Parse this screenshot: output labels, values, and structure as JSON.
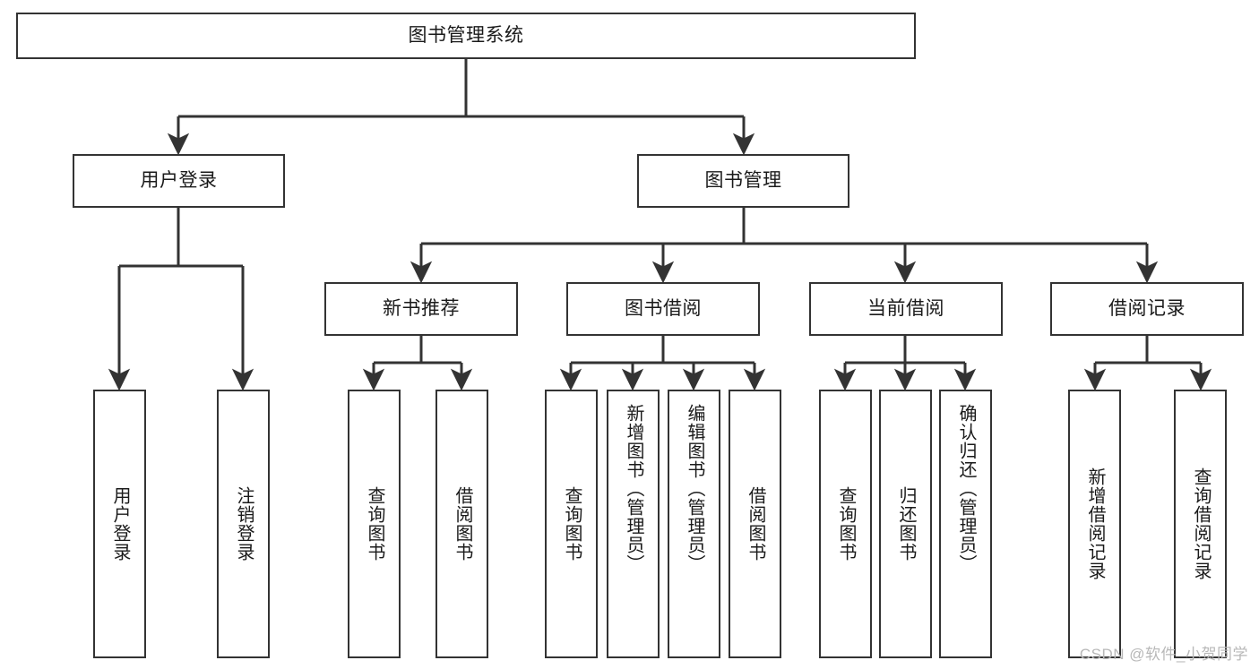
{
  "diagram": {
    "title": "图书管理系统",
    "type": "tree",
    "watermark": "CSDN @软件_小贺同学",
    "colors": {
      "box_border": "#333333",
      "box_fill": "#ffffff",
      "edge": "#333333",
      "text": "#1a1a1a",
      "watermark": "#b8b8b8",
      "background": "#ffffff"
    },
    "nodes": {
      "root": {
        "label": "图书管理系统"
      },
      "level2": [
        {
          "id": "user-login",
          "label": "用户登录"
        },
        {
          "id": "book-manage",
          "label": "图书管理"
        }
      ],
      "level3": [
        {
          "id": "new-book-recommend",
          "label": "新书推荐"
        },
        {
          "id": "book-borrow",
          "label": "图书借阅"
        },
        {
          "id": "current-borrow",
          "label": "当前借阅"
        },
        {
          "id": "borrow-record",
          "label": "借阅记录"
        }
      ],
      "leaves": {
        "user_login": [
          {
            "id": "leaf-user-login",
            "label": "用户登录"
          },
          {
            "id": "leaf-logout",
            "label": "注销登录"
          }
        ],
        "new_book_recommend": [
          {
            "id": "leaf-query-book-1",
            "label": "查询图书"
          },
          {
            "id": "leaf-borrow-book-1",
            "label": "借阅图书"
          }
        ],
        "book_borrow": [
          {
            "id": "leaf-query-book-2",
            "label": "查询图书"
          },
          {
            "id": "leaf-add-book",
            "label": "新增图书（管理员）"
          },
          {
            "id": "leaf-edit-book",
            "label": "编辑图书（管理员）"
          },
          {
            "id": "leaf-borrow-book-2",
            "label": "借阅图书"
          }
        ],
        "current_borrow": [
          {
            "id": "leaf-query-book-3",
            "label": "查询图书"
          },
          {
            "id": "leaf-return-book",
            "label": "归还图书"
          },
          {
            "id": "leaf-confirm-return",
            "label": "确认归还（管理员）"
          }
        ],
        "borrow_record": [
          {
            "id": "leaf-add-record",
            "label": "新增借阅记录"
          },
          {
            "id": "leaf-query-record",
            "label": "查询借阅记录"
          }
        ]
      }
    }
  }
}
